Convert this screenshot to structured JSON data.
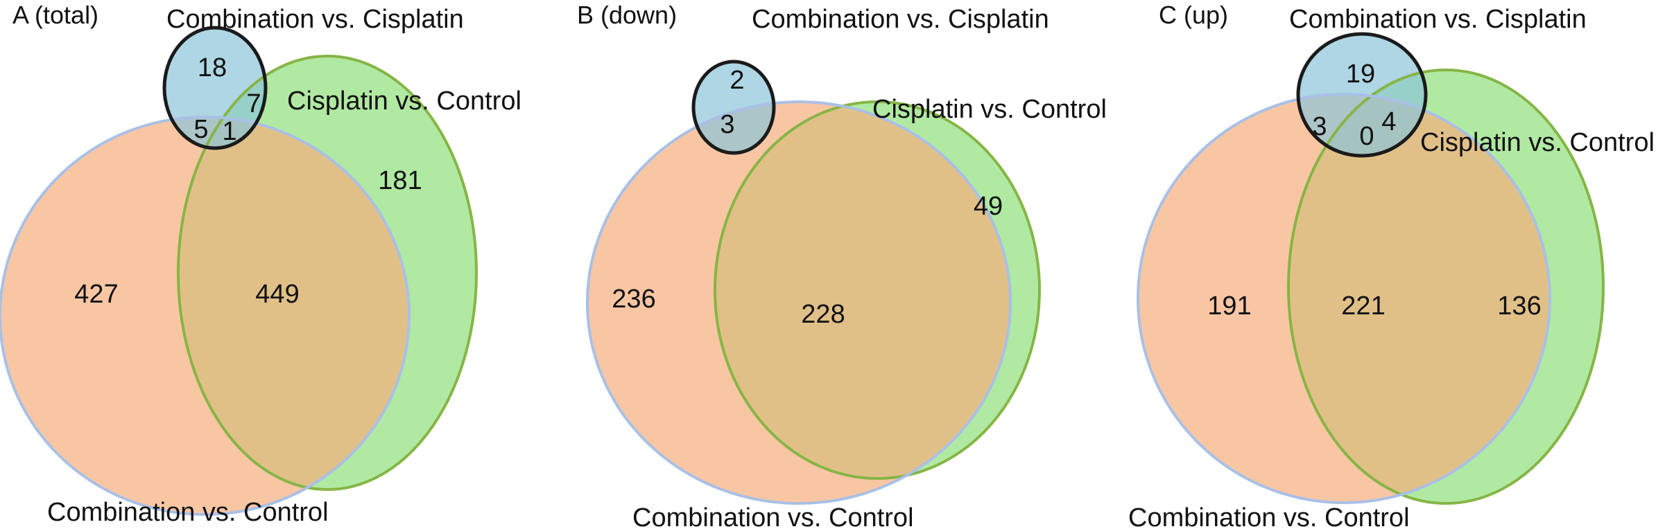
{
  "panels": [
    {
      "panel_label": "A (total)",
      "set_a_label": "Combination vs. Cisplatin",
      "set_b_label": "Cisplatin vs. Control",
      "set_c_label": "Combination vs. Control",
      "counts": {
        "a_only": "18",
        "a_b": "7",
        "a_c": "5",
        "a_b_c": "1",
        "b_only": "181",
        "c_only": "427",
        "b_c": "449"
      }
    },
    {
      "panel_label": "B (down)",
      "set_a_label": "Combination vs. Cisplatin",
      "set_b_label": "Cisplatin vs. Control",
      "set_c_label": "Combination vs. Control",
      "counts": {
        "a_only": "2",
        "a_c": "3",
        "b_only": "49",
        "c_only": "236",
        "b_c": "228"
      }
    },
    {
      "panel_label": "C (up)",
      "set_a_label": "Combination vs. Cisplatin",
      "set_b_label": "Cisplatin vs. Control",
      "set_c_label": "Combination vs. Control",
      "counts": {
        "a_only": "19",
        "a_c": "3",
        "a_b_c": "0",
        "a_b": "4",
        "c_only": "191",
        "b_c": "221",
        "b_only": "136"
      }
    }
  ],
  "colors": {
    "combination_vs_cisplatin_fill": "#8cc4d8",
    "cisplatin_vs_control_fill": "#8fe07a",
    "combination_vs_control_fill": "#f7ae7e",
    "cisplatin_vs_control_stroke": "#86b545",
    "combination_vs_control_stroke": "#a9c0e6",
    "combination_vs_cisplatin_stroke": "#1b1b1b"
  }
}
